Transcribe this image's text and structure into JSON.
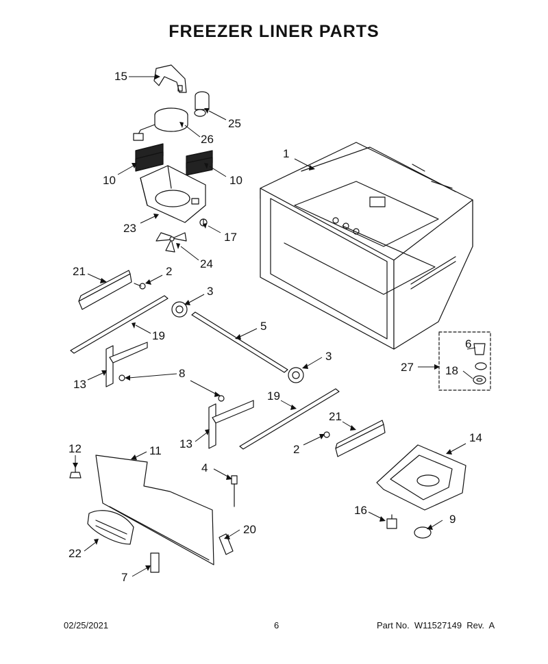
{
  "title": "FREEZER LINER PARTS",
  "callouts": {
    "c15": "15",
    "c25": "25",
    "c26": "26",
    "c10a": "10",
    "c10b": "10",
    "c1": "1",
    "c23": "23",
    "c17": "17",
    "c24": "24",
    "c21a": "21",
    "c2a": "2",
    "c3a": "3",
    "c5": "5",
    "c19a": "19",
    "c6": "6",
    "c3b": "3",
    "c27": "27",
    "c18": "18",
    "c13a": "13",
    "c8": "8",
    "c19b": "19",
    "c21b": "21",
    "c13b": "13",
    "c2b": "2",
    "c14": "14",
    "c12": "12",
    "c11": "11",
    "c4": "4",
    "c16": "16",
    "c9": "9",
    "c20": "20",
    "c22": "22",
    "c7": "7"
  },
  "footer": {
    "date": "02/25/2021",
    "page": "6",
    "part_no": "Part No.  W11527149  Rev.  A"
  }
}
